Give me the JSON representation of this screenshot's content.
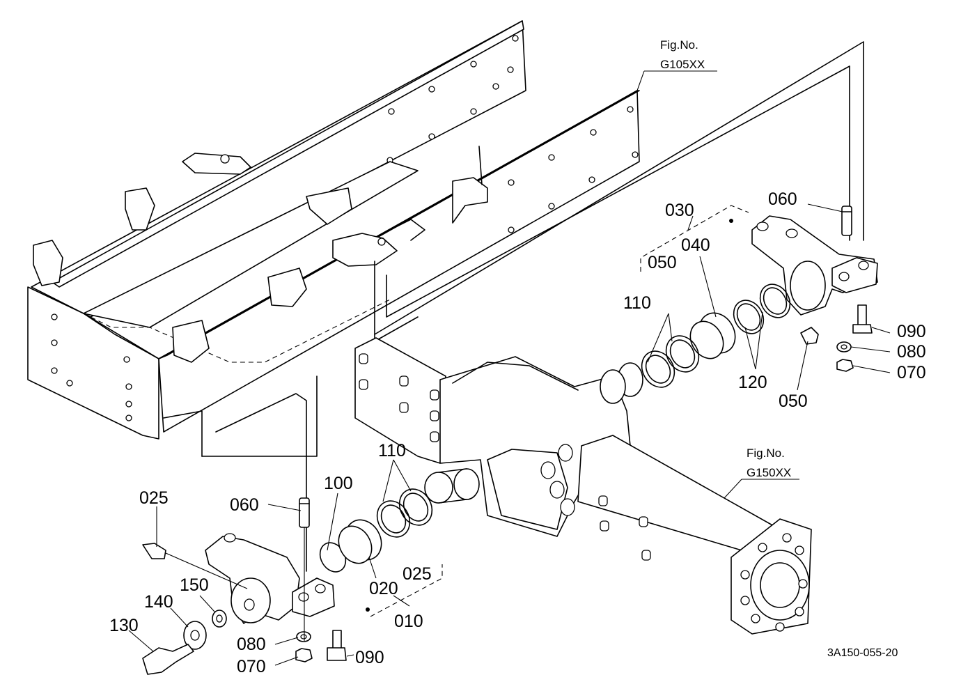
{
  "figure_refs": {
    "frame": {
      "line1": "Fig.No.",
      "line2": "G105XX"
    },
    "axle": {
      "line1": "Fig.No.",
      "line2": "G150XX"
    }
  },
  "callouts": {
    "c010": "010",
    "c020": "020",
    "c025_bracket": "025",
    "c025_fitting": "025",
    "c030": "030",
    "c040": "040",
    "c050_right": "050",
    "c050_fitting": "050",
    "c060_left": "060",
    "c060_right": "060",
    "c070_left": "070",
    "c070_right": "070",
    "c080_left": "080",
    "c080_right": "080",
    "c090_left": "090",
    "c090_right": "090",
    "c100": "100",
    "c110_left": "110",
    "c110_right": "110",
    "c120": "120",
    "c130": "130",
    "c140": "140",
    "c150": "150"
  },
  "drawing_code": "3A150-055-20"
}
